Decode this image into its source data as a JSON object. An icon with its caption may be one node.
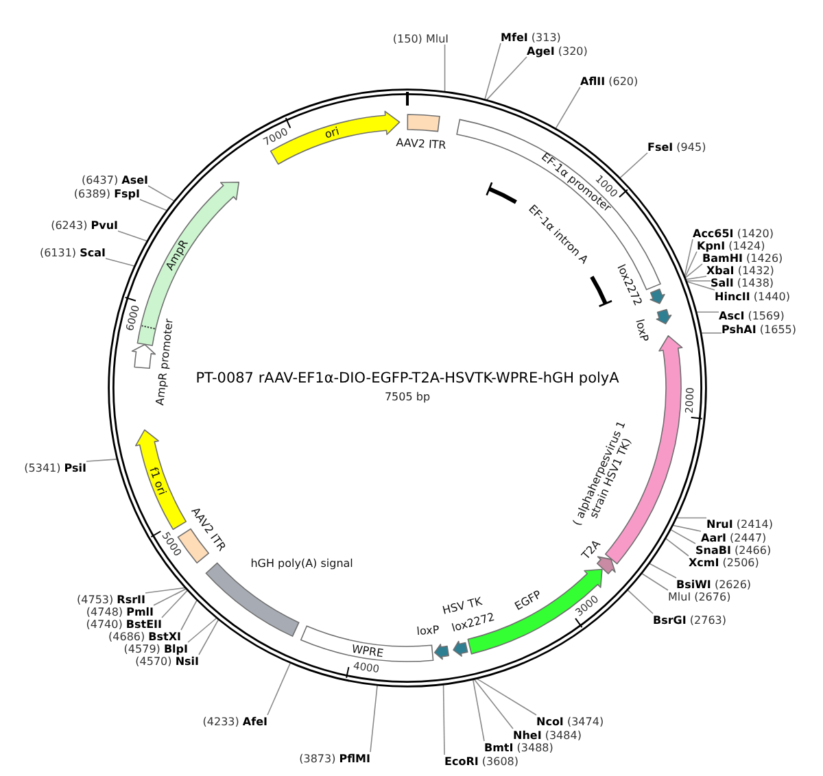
{
  "diagram": {
    "title": "PT-0087 rAAV-EF1α-DIO-EGFP-T2A-HSVTK-WPRE-hGH polyA",
    "nodes": [
      {
        "text": [
          "(150) MluI"
        ]
      },
      {
        "text": [
          "**MfeI** (313)"
        ]
      },
      {
        "text": [
          "**AgeI** (320)"
        ]
      },
      {
        "text": [
          "**AflII** (620)"
        ]
      },
      {
        "text": [
          "**FseI** (945)"
        ]
      },
      {
        "text": [
          "**Acc65I** (1420)"
        ]
      },
      {
        "text": [
          "**KpnI** (1424)"
        ]
      },
      {
        "text": [
          "**BamHI** (1426)"
        ]
      },
      {
        "text": [
          "**XbaI** (1432)"
        ]
      },
      {
        "text": [
          "**SalI** (1438)"
        ]
      },
      {
        "text": [
          "**HincII** (1440)"
        ]
      },
      {
        "text": [
          "**AscI** (1569)"
        ]
      },
      {
        "text": [
          "**PshAI** (1655)"
        ]
      },
      {
        "text": [
          "**NruI** (2414)"
        ]
      },
      {
        "text": [
          "**AarI** (2447)"
        ]
      },
      {
        "text": [
          "**SnaBI** (2466)"
        ]
      },
      {
        "text": [
          "**XcmI** (2506)"
        ]
      },
      {
        "text": [
          "**BsiWI** (2626)"
        ]
      },
      {
        "text": [
          "MluI (2676)"
        ]
      },
      {
        "text": [
          "**BsrGI** (2763)"
        ]
      },
      {
        "text": [
          "**NcoI** (3474)"
        ]
      },
      {
        "text": [
          "**NheI** (3484)"
        ]
      },
      {
        "text": [
          "**BmtI** (3488)"
        ]
      },
      {
        "text": [
          "**EcoRI** (3608)"
        ]
      },
      {
        "text": [
          "(3873) **PflMI**"
        ]
      },
      {
        "text": [
          "(4233) **AfeI**"
        ]
      },
      {
        "text": [
          "(4570) **NsiI**"
        ]
      },
      {
        "text": [
          "(4579) **BlpI**"
        ]
      },
      {
        "text": [
          "(4686) **BstXI**"
        ]
      },
      {
        "text": [
          "(4740) **BstEII**"
        ]
      },
      {
        "text": [
          "(4748) **PmlI**"
        ]
      },
      {
        "text": [
          "(4753) **RsrII**"
        ]
      },
      {
        "text": [
          "(5341) **PsiI**"
        ]
      },
      {
        "text": [
          "(6131) **ScaI**"
        ]
      },
      {
        "text": [
          "(6243) **PvuI**"
        ]
      },
      {
        "text": [
          "(6389) **FspI**"
        ]
      },
      {
        "text": [
          "(6437) **AseI**"
        ]
      },
      {
        "text": [],
        "shape": "circle"
      },
      {
        "text": [],
        "shape": "box",
        "beside": [
          "AAV2 ITR"
        ],
        "in": 37
      },
      {
        "text": [
          "ori"
        ],
        "in": 37
      },
      {
        "text": [
          "EF-1α promoter"
        ],
        "in": 37
      },
      {
        "text": [
          "EF-1α intron A"
        ],
        "in": 37
      },
      {
        "text": [],
        "shape": "arrow",
        "in": 37
      },
      {
        "text": [],
        "shape": "arrow",
        "in": 37
      },
      {
        "text": [],
        "shape": "arrow",
        "beside": [
          "( alphaherpesvirus 1 strain HSV1 TK)"
        ],
        "in": 37
      },
      {
        "text": [],
        "shape": "arrow",
        "beside": [
          "T2A"
        ],
        "in": 37
      },
      {
        "text": [],
        "shape": "arrow",
        "beside": [
          "EGFP"
        ],
        "in": 37
      },
      {
        "text": [],
        "shape": "arrow",
        "in": 37
      },
      {
        "text": [],
        "shape": "arrow",
        "in": 37
      },
      {
        "text": [
          "WPRE"
        ],
        "in": 37
      },
      {
        "text": [],
        "shape": "box",
        "beside": [
          "hGH poly(A) signal"
        ],
        "in": 37
      },
      {
        "text": [],
        "shape": "box",
        "beside": [
          "AAV2 ITR"
        ],
        "in": 37
      },
      {
        "text": [
          "f1 ori"
        ],
        "in": 37
      },
      {
        "text": [],
        "shape": "arrow",
        "beside": [
          "AmpR promoter"
        ],
        "in": 37
      },
      {
        "text": [
          "AmpR"
        ],
        "in": 37
      }
    ],
    "edges": [
      {
        "from": 0,
        "to": 37,
        "arrow": "none"
      },
      {
        "from": 1,
        "to": 37,
        "arrow": "none"
      },
      {
        "from": 2,
        "to": 37,
        "arrow": "none"
      },
      {
        "from": 3,
        "to": 37,
        "arrow": "none"
      },
      {
        "from": 4,
        "to": 37,
        "arrow": "none"
      },
      {
        "from": 5,
        "to": 37,
        "arrow": "none"
      },
      {
        "from": 6,
        "to": 37,
        "arrow": "none"
      },
      {
        "from": 7,
        "to": 37,
        "arrow": "none"
      },
      {
        "from": 8,
        "to": 37,
        "arrow": "none"
      },
      {
        "from": 9,
        "to": 37,
        "arrow": "none"
      },
      {
        "from": 10,
        "to": 37,
        "arrow": "none"
      },
      {
        "from": 11,
        "to": 37,
        "arrow": "none"
      },
      {
        "from": 12,
        "to": 37,
        "arrow": "none"
      },
      {
        "from": 13,
        "to": 37,
        "arrow": "none"
      },
      {
        "from": 14,
        "to": 37,
        "arrow": "none"
      },
      {
        "from": 15,
        "to": 37,
        "arrow": "none"
      },
      {
        "from": 16,
        "to": 37,
        "arrow": "none"
      },
      {
        "from": 17,
        "to": 37,
        "arrow": "none"
      },
      {
        "from": 18,
        "to": 37,
        "arrow": "none"
      },
      {
        "from": 19,
        "to": 37,
        "arrow": "none"
      },
      {
        "from": 20,
        "to": 37,
        "arrow": "none"
      },
      {
        "from": 21,
        "to": 37,
        "arrow": "none"
      },
      {
        "from": 22,
        "to": 37,
        "arrow": "none"
      },
      {
        "from": 23,
        "to": 37,
        "arrow": "none"
      },
      {
        "from": 24,
        "to": 37,
        "arrow": "none"
      },
      {
        "from": 25,
        "to": 37,
        "arrow": "none"
      },
      {
        "from": 26,
        "to": 37,
        "arrow": "none"
      },
      {
        "from": 27,
        "to": 37,
        "arrow": "none"
      },
      {
        "from": 28,
        "to": 37,
        "arrow": "none"
      },
      {
        "from": 29,
        "to": 37,
        "arrow": "none"
      },
      {
        "from": 30,
        "to": 37,
        "arrow": "none"
      },
      {
        "from": 31,
        "to": 37,
        "arrow": "none"
      },
      {
        "from": 32,
        "to": 37,
        "arrow": "none"
      },
      {
        "from": 33,
        "to": 37,
        "arrow": "none"
      },
      {
        "from": 34,
        "to": 37,
        "arrow": "none"
      },
      {
        "from": 35,
        "to": 37,
        "arrow": "none"
      },
      {
        "from": 36,
        "to": 37,
        "arrow": "none"
      }
    ],
    "labels": [
      "7505 bp",
      "1000",
      "2000",
      "3000",
      "4000",
      "5000",
      "6000",
      "7000",
      "HSV TK",
      "lox2272",
      "loxP",
      "lox2272",
      "loxP"
    ]
  }
}
